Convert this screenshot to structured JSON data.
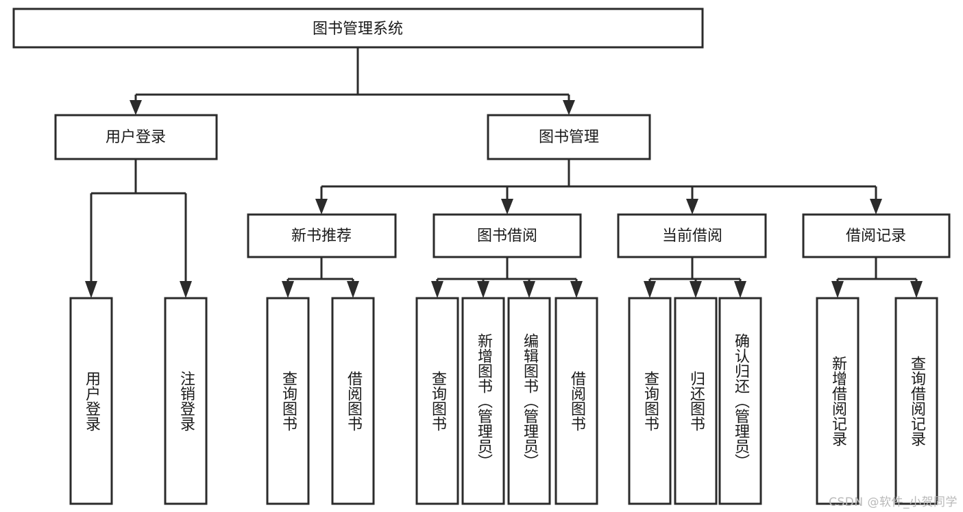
{
  "diagram": {
    "type": "tree-hierarchy-flowchart",
    "title": "图书管理系统",
    "watermark": "CSDN @软件_小贺同学",
    "palette": {
      "background": "#ffffff",
      "box_fill": "#ffffff",
      "box_stroke": "#2b2b2b",
      "connector": "#2b2b2b",
      "text": "#1a1a1a",
      "watermark": "#b9b9b9"
    },
    "root": {
      "label": "图书管理系统",
      "orientation": "horizontal"
    },
    "level2": [
      {
        "label": "用户登录",
        "orientation": "horizontal"
      },
      {
        "label": "图书管理",
        "orientation": "horizontal"
      }
    ],
    "level3": [
      {
        "label": "新书推荐",
        "orientation": "horizontal",
        "parent": "图书管理"
      },
      {
        "label": "图书借阅",
        "orientation": "horizontal",
        "parent": "图书管理"
      },
      {
        "label": "当前借阅",
        "orientation": "horizontal",
        "parent": "图书管理"
      },
      {
        "label": "借阅记录",
        "orientation": "horizontal",
        "parent": "图书管理"
      }
    ],
    "leaves": {
      "user_login": [
        {
          "label": "用户登录",
          "orientation": "vertical"
        },
        {
          "label": "注销登录",
          "orientation": "vertical"
        }
      ],
      "new_book_recommend": [
        {
          "label": "查询图书",
          "orientation": "vertical"
        },
        {
          "label": "借阅图书",
          "orientation": "vertical"
        }
      ],
      "book_borrow": [
        {
          "label": "查询图书",
          "orientation": "vertical"
        },
        {
          "label": "新增图书（管理员）",
          "orientation": "vertical"
        },
        {
          "label": "编辑图书（管理员）",
          "orientation": "vertical"
        },
        {
          "label": "借阅图书",
          "orientation": "vertical"
        }
      ],
      "current_borrow": [
        {
          "label": "查询图书",
          "orientation": "vertical"
        },
        {
          "label": "归还图书",
          "orientation": "vertical"
        },
        {
          "label": "确认归还（管理员）",
          "orientation": "vertical"
        }
      ],
      "borrow_record": [
        {
          "label": "新增借阅记录",
          "orientation": "vertical"
        },
        {
          "label": "查询借阅记录",
          "orientation": "vertical"
        }
      ]
    }
  }
}
